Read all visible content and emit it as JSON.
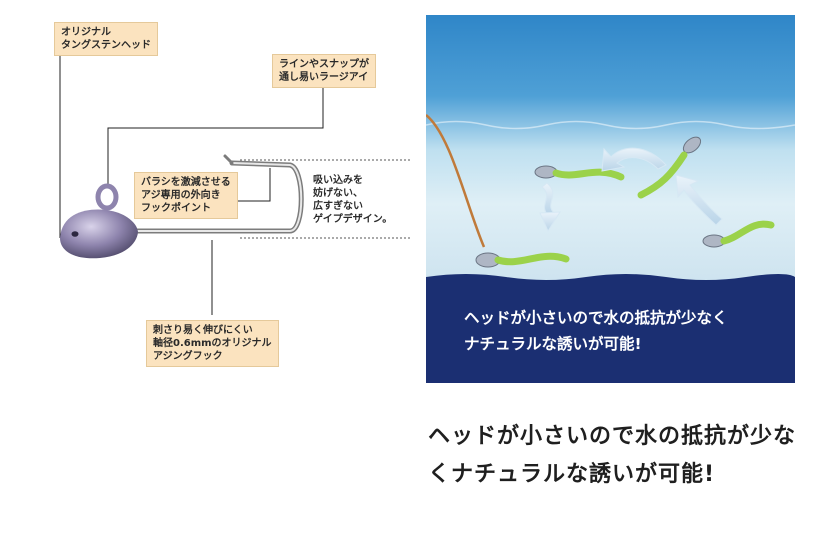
{
  "diagram": {
    "labels": {
      "head": [
        "オリジナル",
        "タングステンヘッド"
      ],
      "eye": [
        "ラインやスナップが",
        "通し易いラージアイ"
      ],
      "point": [
        "バラシを激減させる",
        "アジ専用の外向き",
        "フックポイント"
      ],
      "gape": [
        "吸い込みを",
        "妨げない、",
        "広すぎない",
        "ゲイプデザイン。"
      ],
      "hook": [
        "刺さり易く伸びにくい",
        "軸径0.6mmのオリジナル",
        "アジングフック"
      ]
    }
  },
  "illustration": {
    "caption_lines": [
      "ヘッドが小さいので水の抵抗が少なく",
      "ナチュラルな誘いが可能!"
    ],
    "colors": {
      "sky": "#2f86c8",
      "water_light": "#cfe6f2",
      "deep": "#1b2f72",
      "worm": "#9bd24a"
    }
  },
  "caption": "ヘッドが小さいので水の抵抗が少なくナチュラルな誘いが可能!"
}
